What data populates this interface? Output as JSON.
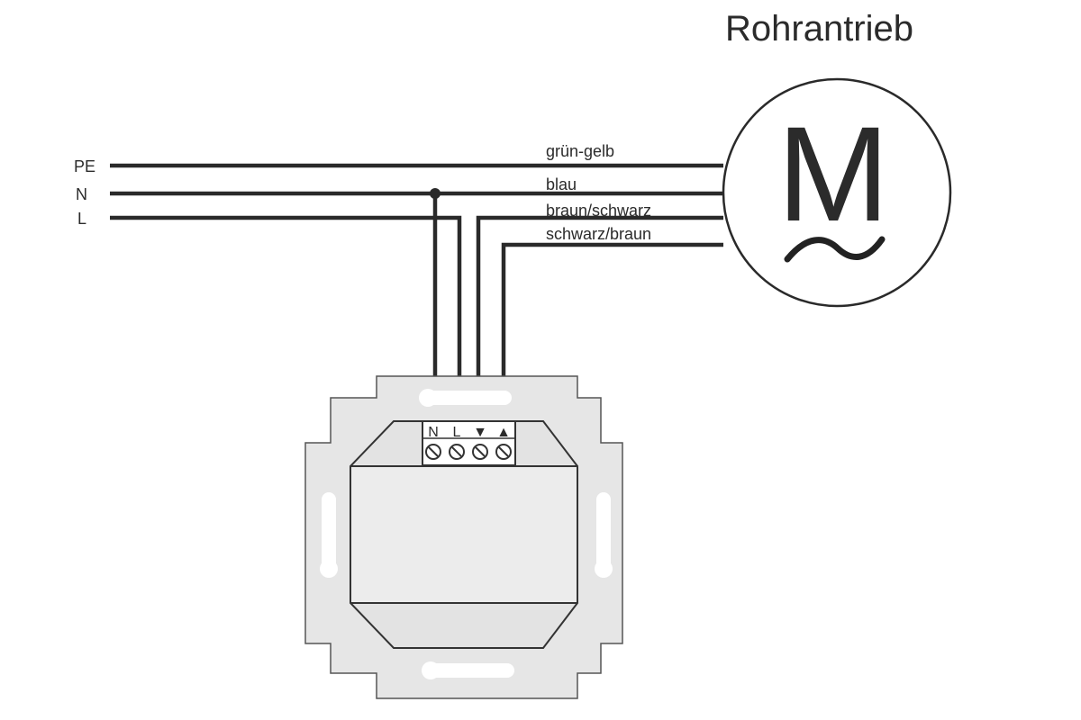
{
  "title": "Rohrantrieb",
  "motor": {
    "symbol": "M",
    "ac_symbol": "~"
  },
  "lines": [
    {
      "label": "PE",
      "wire": "grün-gelb"
    },
    {
      "label": "N",
      "wire": "blau"
    },
    {
      "label": "L",
      "wire": "braun/schwarz"
    },
    {
      "label": "",
      "wire": "schwarz/braun"
    }
  ],
  "terminals": [
    "N",
    "L",
    "▼",
    "▲"
  ],
  "colors": {
    "line": "#2a2a2a",
    "plate": "#e6e6e6",
    "plate_stroke": "#555555",
    "text": "#2b2b2b"
  }
}
